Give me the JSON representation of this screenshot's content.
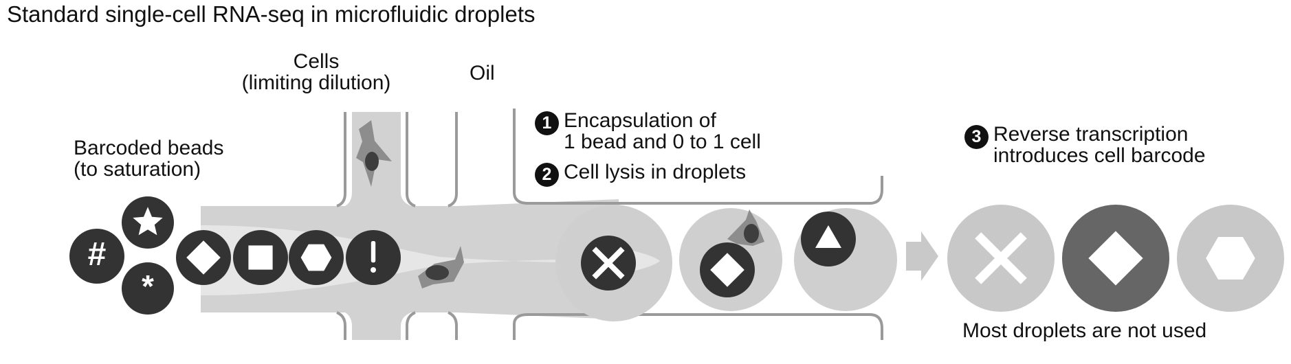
{
  "title": "Standard single-cell RNA-seq in microfluidic droplets",
  "labels": {
    "cells": "Cells",
    "cells_sub": "(limiting dilution)",
    "oil": "Oil",
    "beads": "Barcoded beads",
    "beads_sub": "(to saturation)",
    "unused": "Most droplets are not used"
  },
  "steps": [
    {
      "number": "1",
      "line1": "Encapsulation of",
      "line2": "1 bead and 0 to 1 cell"
    },
    {
      "number": "2",
      "line1": "Cell lysis in droplets"
    },
    {
      "number": "3",
      "line1": "Reverse transcription",
      "line2": "introduces cell barcode"
    }
  ],
  "bead_symbols": [
    "#",
    "star",
    "*",
    "diamond",
    "square",
    "hexagon",
    "!"
  ],
  "droplet_symbols": [
    "cross",
    "diamond",
    "triangle"
  ],
  "output_symbols": [
    "cross",
    "diamond",
    "hexagon"
  ],
  "colors": {
    "channel": "#d2d2d2",
    "stream": "#e6e6e6",
    "bead": "#333333",
    "droplet": "#cfcfcf",
    "cell": "#8d8d8d",
    "nucleus": "#3e3e3e",
    "wall": "#9a9a9a",
    "arrow": "#c9c9c9",
    "faded": "#c8c8c8",
    "dark_droplet": "#666666"
  }
}
